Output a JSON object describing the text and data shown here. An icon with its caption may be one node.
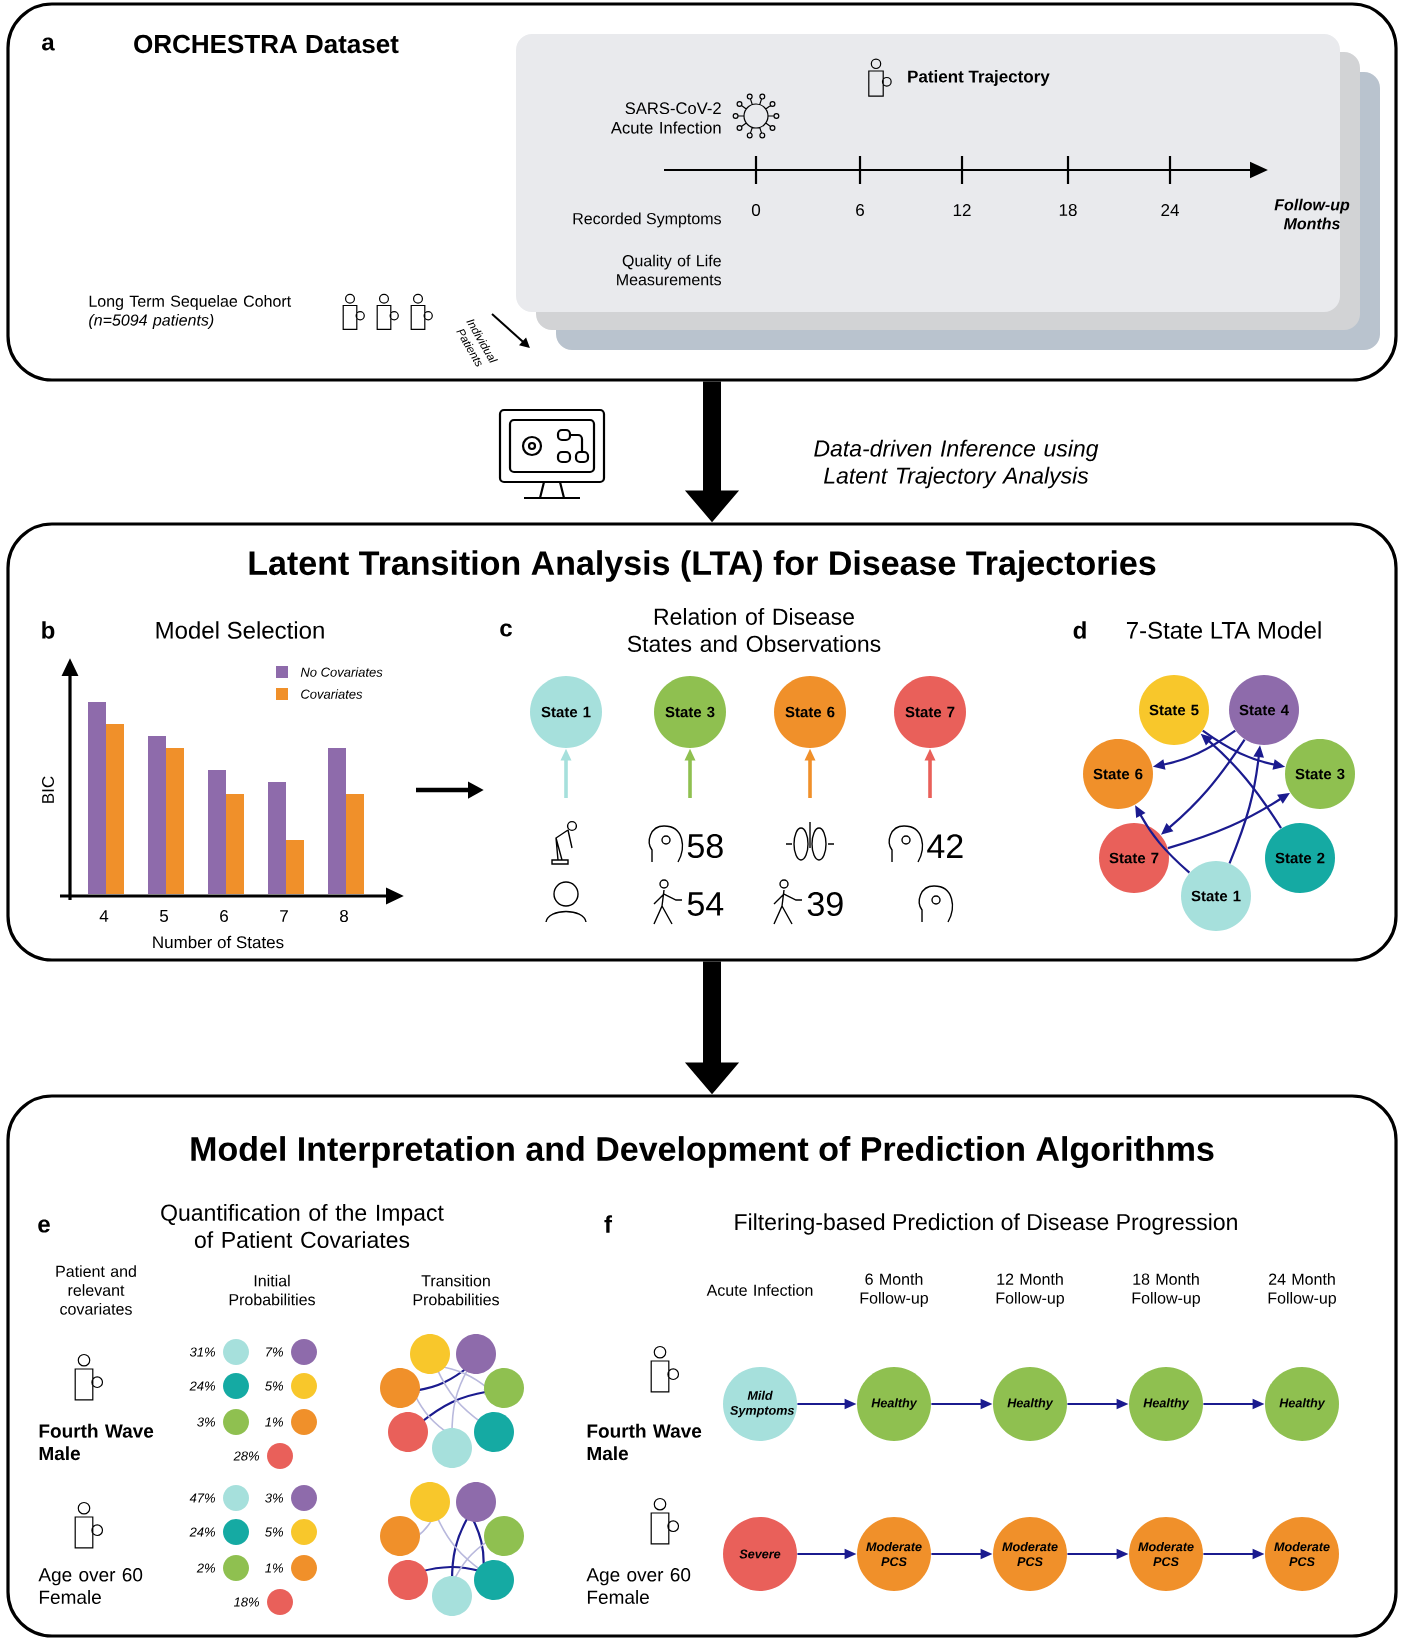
{
  "diagram": {
    "nodes": [
      {
        "text": [
          "ORCHESTRA Dataset"
        ]
      },
      {
        "text": [
          "Patient Trajectory"
        ],
        "in": 0
      },
      {
        "text": [
          "Latent Transition Analysis (LTA) for Disease Trajectories"
        ]
      },
      {
        "text": [
          "State 1"
        ],
        "in": 2
      },
      {
        "text": [
          "State 3"
        ],
        "in": 2
      },
      {
        "text": [
          "State 6"
        ],
        "in": 2
      },
      {
        "text": [
          "State 7"
        ],
        "in": 2
      },
      {
        "text": [
          "State 5"
        ],
        "in": 2
      },
      {
        "text": [
          "State 4"
        ],
        "in": 2
      },
      {
        "text": [
          "State 6"
        ],
        "in": 2
      },
      {
        "text": [
          "State 3"
        ],
        "in": 2
      },
      {
        "text": [
          "State 7"
        ],
        "in": 2
      },
      {
        "text": [
          "State 2"
        ],
        "in": 2
      },
      {
        "text": [
          "State 1"
        ],
        "in": 2
      },
      {
        "text": [
          "Model Interpretation and Development of Prediction Algorithms"
        ]
      },
      {
        "text": [
          "Mild Symptoms"
        ],
        "in": 14
      },
      {
        "text": [
          "Healthy"
        ],
        "in": 14
      },
      {
        "text": [
          "Healthy"
        ],
        "in": 14
      },
      {
        "text": [
          "Healthy"
        ],
        "in": 14
      },
      {
        "text": [
          "Healthy"
        ],
        "in": 14
      },
      {
        "text": [
          "Severe"
        ],
        "in": 14
      },
      {
        "text": [
          "Moderate PCS"
        ],
        "in": 14
      },
      {
        "text": [
          "Moderate PCS"
        ],
        "in": 14
      },
      {
        "text": [
          "Moderate PCS"
        ],
        "in": 14
      },
      {
        "text": [
          "Moderate PCS"
        ],
        "in": 14
      }
    ],
    "edges": [
      {
        "from": 0,
        "to": 2,
        "arrow": "to",
        "label": "Data-driven Inference using Latent Trajectory Analysis",
        "style": "thick",
        "color": "#000000"
      },
      {
        "from": 2,
        "to": 14,
        "arrow": "to",
        "style": "thick",
        "color": "#000000"
      },
      {
        "from": null,
        "to": 3,
        "arrow": "to",
        "color": "#a6e0dc"
      },
      {
        "from": null,
        "to": 4,
        "arrow": "to",
        "color": "#8fc050"
      },
      {
        "from": null,
        "to": 5,
        "arrow": "to",
        "color": "#f0902a"
      },
      {
        "from": null,
        "to": 6,
        "arrow": "to",
        "color": "#e9605a"
      },
      {
        "from": 8,
        "to": 9,
        "arrow": "to"
      },
      {
        "from": 7,
        "to": 10,
        "arrow": "to"
      },
      {
        "from": 8,
        "to": 11,
        "arrow": "to"
      },
      {
        "from": 11,
        "to": 10,
        "arrow": "to"
      },
      {
        "from": 12,
        "to": 7,
        "arrow": "to"
      },
      {
        "from": 13,
        "to": 9,
        "arrow": "to"
      },
      {
        "from": 13,
        "to": 8,
        "arrow": "to"
      },
      {
        "from": 15,
        "to": 16,
        "arrow": "to"
      },
      {
        "from": 16,
        "to": 17,
        "arrow": "to"
      },
      {
        "from": 17,
        "to": 18,
        "arrow": "to"
      },
      {
        "from": 18,
        "to": 19,
        "arrow": "to"
      },
      {
        "from": 20,
        "to": 21,
        "arrow": "to"
      },
      {
        "from": 21,
        "to": 22,
        "arrow": "to"
      },
      {
        "from": 22,
        "to": 23,
        "arrow": "to"
      },
      {
        "from": 23,
        "to": 24,
        "arrow": "to"
      }
    ],
    "labels": [
      "a",
      "SARS-CoV-2 Acute Infection",
      "0",
      "6",
      "12",
      "18",
      "24",
      "Follow-up Months",
      "Recorded Symptoms",
      "Quality of Life Measurements",
      "Long Term Sequelae Cohort *(n=5094 patients)*",
      "Individual Patients",
      "b",
      "Model Selection",
      "BIC",
      "4",
      "5",
      "6",
      "7",
      "8",
      "Number of States",
      "c",
      "Relation of Disease States and Observations",
      "58",
      "42",
      "54",
      "39",
      "d",
      "7-State LTA Model",
      "e",
      "Quantification of the Impact of Patient Covariates",
      "Patient and relevant covariates",
      "Initial Probabilities",
      "Transition Probabilities",
      "Fourth Wave Male",
      "31%",
      "7%",
      "24%",
      "5%",
      "3%",
      "1%",
      "28%",
      "Age over 60 Female",
      "47%",
      "3%",
      "24%",
      "5%",
      "2%",
      "1%",
      "18%",
      "f",
      "Filtering-based Prediction of Disease Progression",
      "Acute Infection",
      "6 Month Follow-up",
      "12 Month Follow-up",
      "18 Month Follow-up",
      "24 Month Follow-up",
      "Fourth Wave Male",
      "Age over 60 Female"
    ],
    "legend": [
      {
        "text": "No Covariates",
        "color": "#8e6bab"
      },
      {
        "text": "Covariates",
        "color": "#f0902a"
      }
    ]
  }
}
